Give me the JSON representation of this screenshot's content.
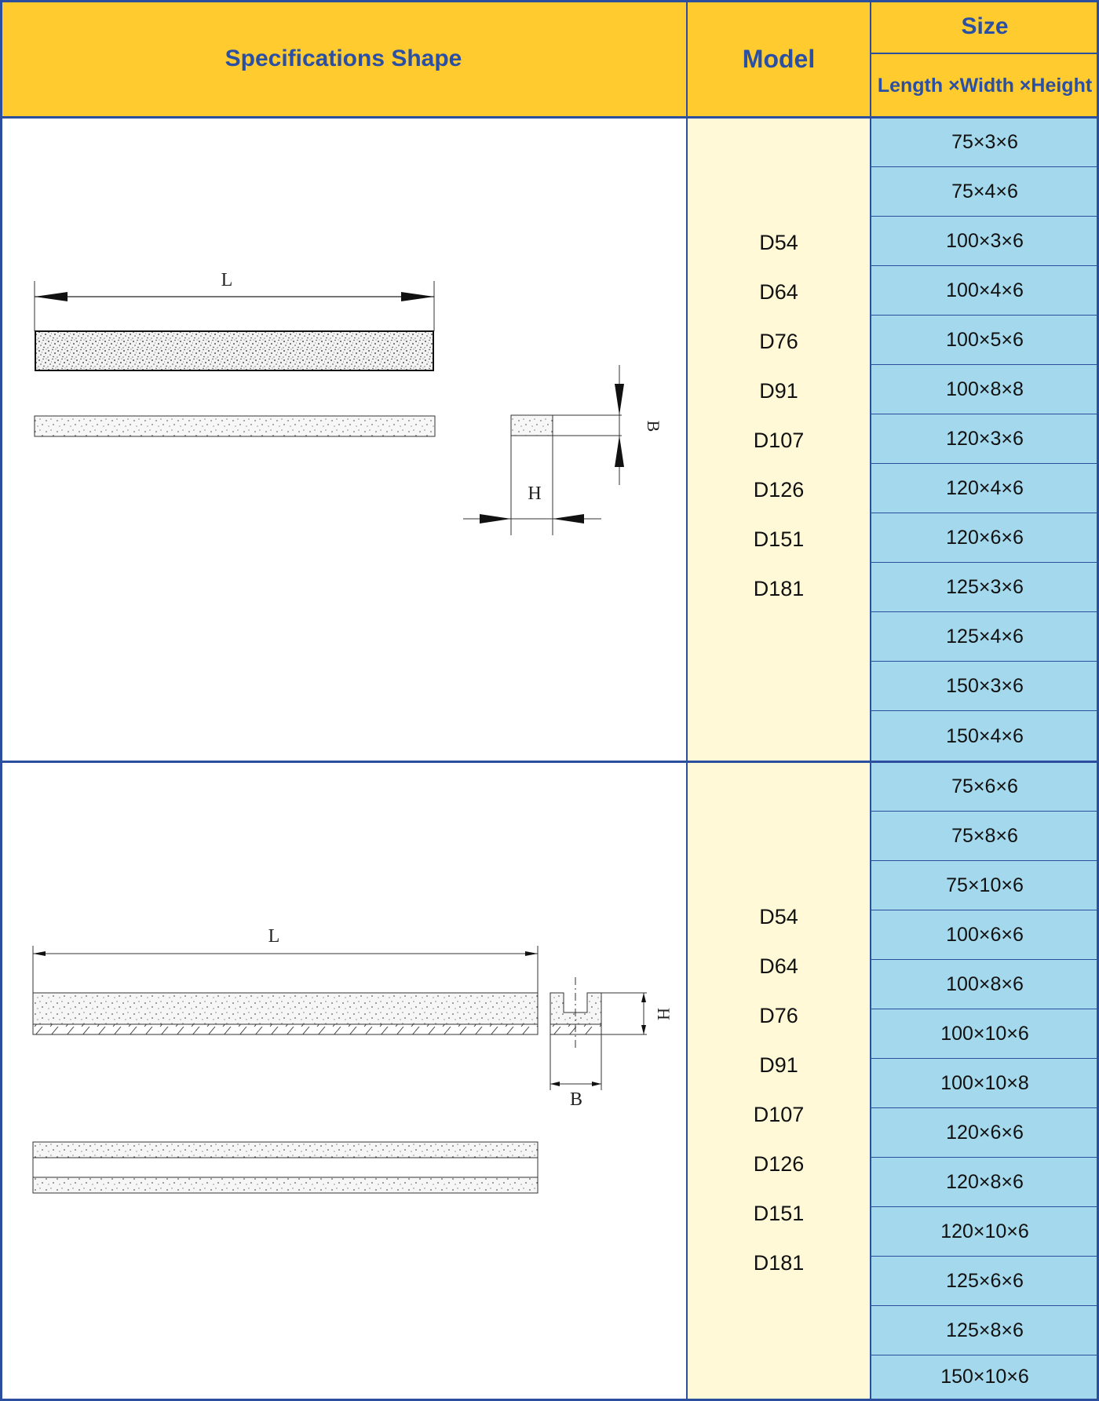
{
  "header": {
    "specifications_shape": "Specifications Shape",
    "model": "Model",
    "size": "Size",
    "size_sub": "Length ×Width ×Height"
  },
  "sections": [
    {
      "models": [
        "D54",
        "D64",
        "D76",
        "D91",
        "D107",
        "D126",
        "D151",
        "D181"
      ],
      "sizes": [
        "75×3×6",
        "75×4×6",
        "100×3×6",
        "100×4×6",
        "100×5×6",
        "100×8×8",
        "120×3×6",
        "120×4×6",
        "120×6×6",
        "125×3×6",
        "125×4×6",
        "150×3×6",
        "150×4×6"
      ],
      "drawing_labels": {
        "length": "L",
        "width": "B",
        "height": "H"
      }
    },
    {
      "models": [
        "D54",
        "D64",
        "D76",
        "D91",
        "D107",
        "D126",
        "D151",
        "D181"
      ],
      "sizes": [
        "75×6×6",
        "75×8×6",
        "75×10×6",
        "100×6×6",
        "100×8×6",
        "100×10×6",
        "100×10×8",
        "120×6×6",
        "120×8×6",
        "120×10×6",
        "125×6×6",
        "125×8×6",
        "150×10×6"
      ],
      "drawing_labels": {
        "length": "L",
        "width": "B",
        "height": "H"
      }
    }
  ],
  "colors": {
    "header_bg": "#FFCB2F",
    "header_text": "#2B50A3",
    "model_bg": "#FFF9D7",
    "size_bg": "#A4D8EC",
    "border": "#2B4E9E"
  }
}
